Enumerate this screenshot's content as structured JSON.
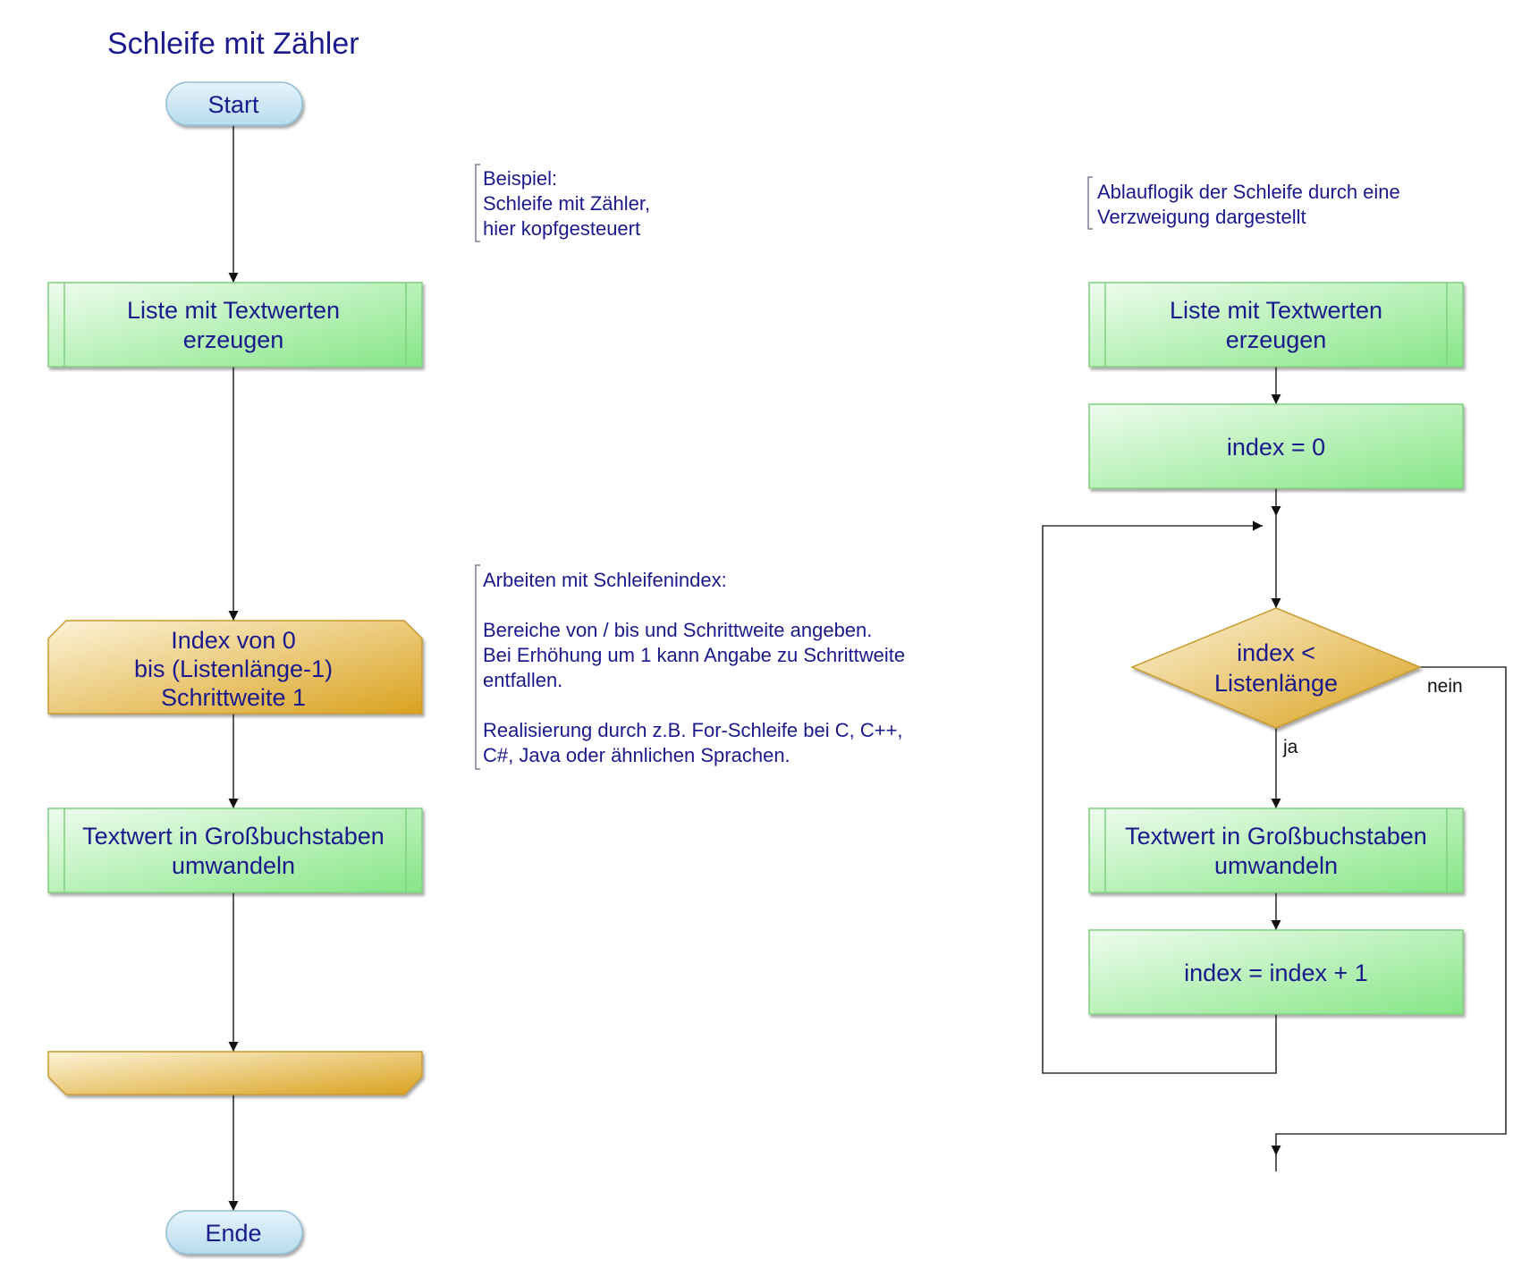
{
  "title": "Schleife mit Zähler",
  "colors": {
    "text": "#1a1a8c",
    "process_fill_light": "#e8fbe8",
    "process_fill_dark": "#86e686",
    "loop_fill_light": "#fbefcf",
    "loop_fill_dark": "#d9a21f",
    "terminal_fill": "#cfe8f4",
    "line": "#333333"
  },
  "left_flow": {
    "start": "Start",
    "create_list": [
      "Liste mit Textwerten",
      "erzeugen"
    ],
    "loop_head": [
      "Index von 0",
      "bis (Listenlänge-1)",
      "Schrittweite 1"
    ],
    "convert": [
      "Textwert in Großbuchstaben",
      "umwandeln"
    ],
    "end": "Ende"
  },
  "notes": {
    "example": [
      "Beispiel:",
      "Schleife mit Zähler,",
      "hier kopfgesteuert"
    ],
    "index": [
      "Arbeiten mit Schleifenindex:",
      "",
      "Bereiche von / bis und Schrittweite angeben.",
      "Bei Erhöhung um 1 kann Angabe zu Schrittweite",
      "entfallen.",
      "",
      "Realisierung durch z.B. For-Schleife bei C, C++,",
      "C#, Java oder ähnlichen Sprachen."
    ],
    "logic": [
      "Ablauflogik der Schleife durch eine",
      "Verzweigung dargestellt"
    ]
  },
  "right_flow": {
    "create_list": [
      "Liste mit Textwerten",
      "erzeugen"
    ],
    "init": "index = 0",
    "decision": [
      "index <",
      "Listenlänge"
    ],
    "yes_label": "ja",
    "no_label": "nein",
    "convert": [
      "Textwert in Großbuchstaben",
      "umwandeln"
    ],
    "increment": "index = index + 1"
  }
}
